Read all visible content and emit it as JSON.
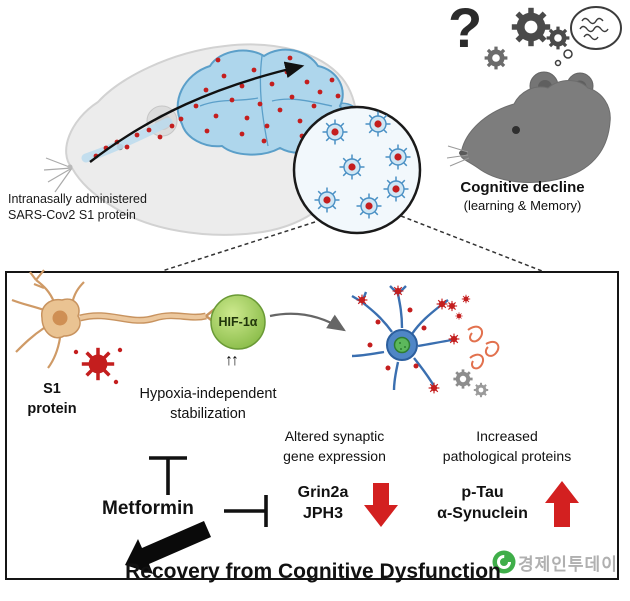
{
  "top": {
    "caption_line1": "Intranasally administered",
    "caption_line2": "SARS-Cov2  S1 protein",
    "question_mark": "?",
    "cognitive_title": "Cognitive decline",
    "cognitive_subtitle": "(learning & Memory)"
  },
  "box": {
    "s1_line1": "S1",
    "s1_line2": "protein",
    "hif_label": "HIF-1α",
    "up_arrows": "↑↑",
    "hypoxia_line1": "Hypoxia-independent",
    "hypoxia_line2": "stabilization",
    "altered_line1": "Altered synaptic",
    "altered_line2": "gene expression",
    "increased_line1": "Increased",
    "increased_line2": "pathological proteins",
    "genes_line1": "Grin2a",
    "genes_line2": "JPH3",
    "proteins_line1": "p-Tau",
    "proteins_line2": "α-Synuclein",
    "metformin_label": "Metformin",
    "recovery_title": "Recovery from Cognitive Dysfunction"
  },
  "watermark": {
    "text": "경제인투데이"
  },
  "colors": {
    "accent_red": "#c41e1e",
    "hif_green": "#85b944",
    "brain_blue": "#aed6ec",
    "cell_blue": "#4f86c6",
    "mouse_body_gray": "#ececec",
    "mouse_head_gray": "#7d7d7d",
    "watermark_green": "#3fae49",
    "watermark_gray": "#b0b0b0"
  }
}
